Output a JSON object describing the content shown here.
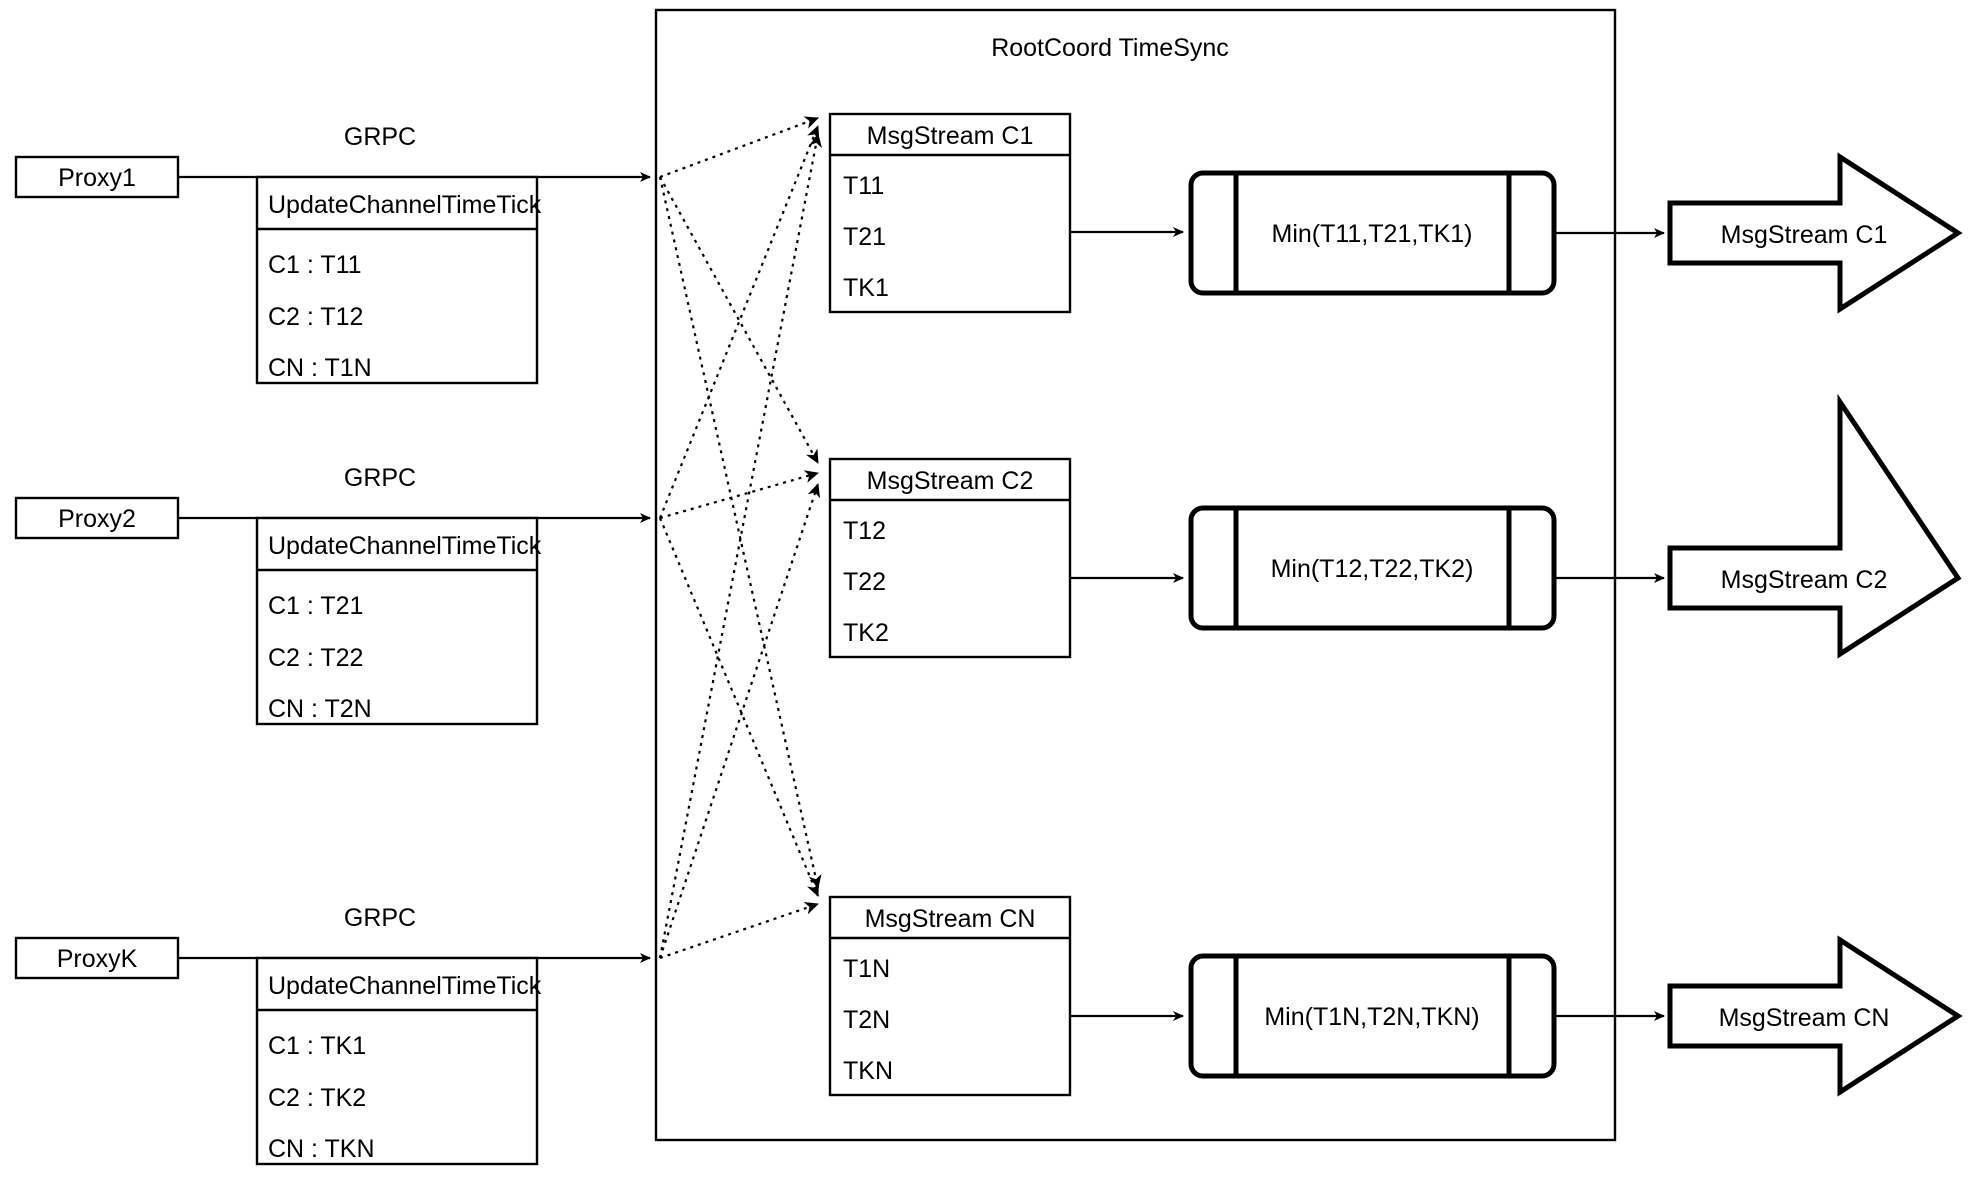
{
  "diagram": {
    "container": {
      "title": "RootCoord TimeSync"
    },
    "proxies": [
      {
        "name": "Proxy1",
        "link_label": "GRPC",
        "rpc": {
          "title": "UpdateChannelTimeTick",
          "rows": [
            "C1 :  T11",
            "C2 :  T12",
            "CN : T1N"
          ]
        }
      },
      {
        "name": "Proxy2",
        "link_label": "GRPC",
        "rpc": {
          "title": "UpdateChannelTimeTick",
          "rows": [
            "C1 :  T21",
            "C2 :  T22",
            "CN : T2N"
          ]
        }
      },
      {
        "name": "ProxyK",
        "link_label": "GRPC",
        "rpc": {
          "title": "UpdateChannelTimeTick",
          "rows": [
            "C1 :  TK1",
            "C2 :  TK2",
            "CN : TKN"
          ]
        }
      }
    ],
    "channels": [
      {
        "msgstream": {
          "title": "MsgStream C1",
          "rows": [
            "T11",
            "T21",
            "TK1"
          ]
        },
        "process": {
          "label": "Min(T11,T21,TK1)"
        },
        "output": {
          "label": "MsgStream C1"
        }
      },
      {
        "msgstream": {
          "title": "MsgStream C2",
          "rows": [
            "T12",
            "T22",
            "TK2"
          ]
        },
        "process": {
          "label": "Min(T12,T22,TK2)"
        },
        "output": {
          "label": "MsgStream C2"
        }
      },
      {
        "msgstream": {
          "title": "MsgStream CN",
          "rows": [
            "T1N",
            "T2N",
            "TKN"
          ]
        },
        "process": {
          "label": "Min(T1N,T2N,TKN)"
        },
        "output": {
          "label": "MsgStream CN"
        }
      }
    ]
  }
}
